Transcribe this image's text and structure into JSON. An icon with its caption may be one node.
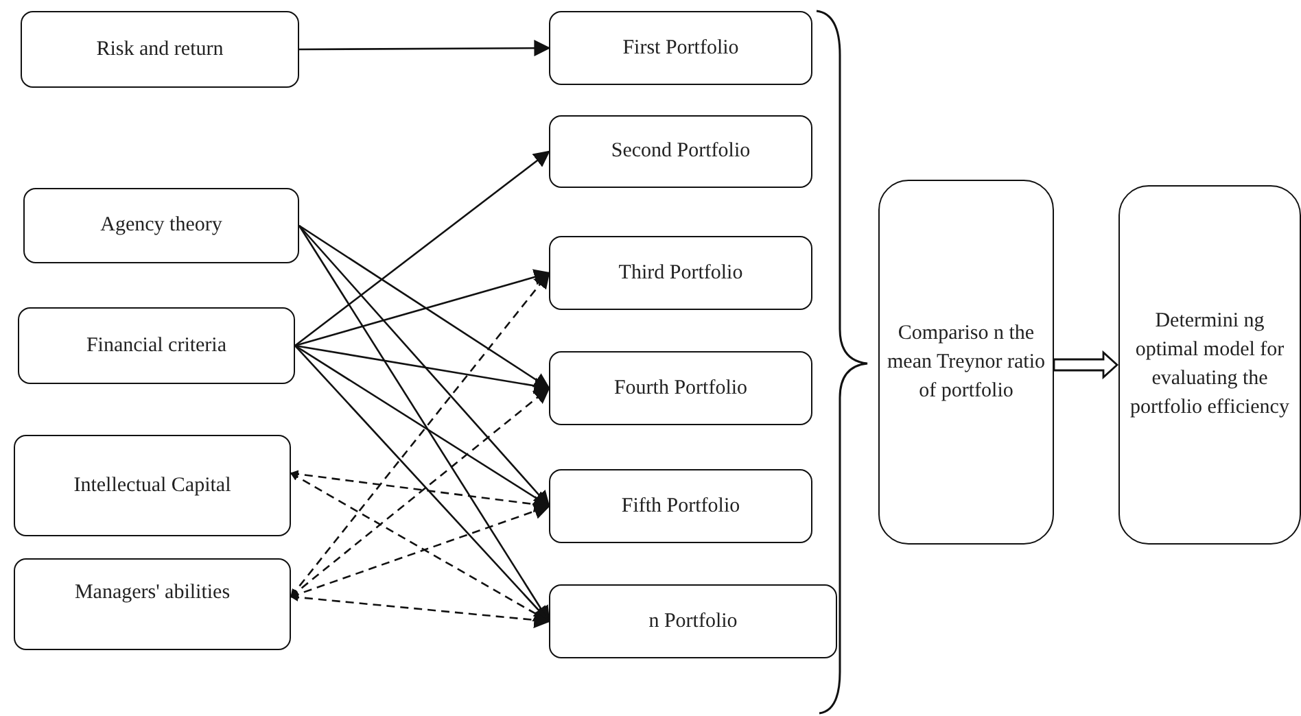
{
  "diagram": {
    "nodes": [
      {
        "text": [
          "Risk and return"
        ]
      },
      {
        "text": [
          "Agency theory"
        ]
      },
      {
        "text": [
          "Financial criteria"
        ]
      },
      {
        "text": [
          "Intellectual Capital"
        ]
      },
      {
        "text": [
          "Managers' abilities"
        ]
      },
      {
        "text": [
          "First Portfolio"
        ]
      },
      {
        "text": [
          "Second Portfolio"
        ]
      },
      {
        "text": [
          "Third Portfolio"
        ]
      },
      {
        "text": [
          "Fourth Portfolio"
        ]
      },
      {
        "text": [
          "Fifth Portfolio"
        ]
      },
      {
        "text": [
          "n Portfolio"
        ]
      },
      {
        "text": [
          "Compariso n the mean Treynor ratio of portfolio"
        ]
      },
      {
        "text": [
          "Determini ng optimal model for evaluating the portfolio efficiency"
        ]
      }
    ],
    "edges": [
      {
        "from": 0,
        "to": 5,
        "arrow": "to"
      },
      {
        "from": 1,
        "to": 8,
        "arrow": "to"
      },
      {
        "from": 1,
        "to": 9,
        "arrow": "to"
      },
      {
        "from": 1,
        "to": 10,
        "arrow": "to"
      },
      {
        "from": 2,
        "to": 6,
        "arrow": "to"
      },
      {
        "from": 2,
        "to": 7,
        "arrow": "to"
      },
      {
        "from": 2,
        "to": 8,
        "arrow": "to"
      },
      {
        "from": 2,
        "to": 9,
        "arrow": "to"
      },
      {
        "from": 2,
        "to": 10,
        "arrow": "to"
      },
      {
        "from": 3,
        "to": 9,
        "arrow": "both",
        "style": "dashed"
      },
      {
        "from": 3,
        "to": 10,
        "arrow": "both",
        "style": "dashed"
      },
      {
        "from": 4,
        "to": 7,
        "arrow": "both",
        "style": "dashed"
      },
      {
        "from": 4,
        "to": 8,
        "arrow": "both",
        "style": "dashed"
      },
      {
        "from": 4,
        "to": 9,
        "arrow": "both",
        "style": "dashed"
      },
      {
        "from": 4,
        "to": 10,
        "arrow": "both",
        "style": "dashed"
      },
      {
        "from": 11,
        "to": 12,
        "arrow": "to",
        "style": "thick"
      }
    ]
  }
}
